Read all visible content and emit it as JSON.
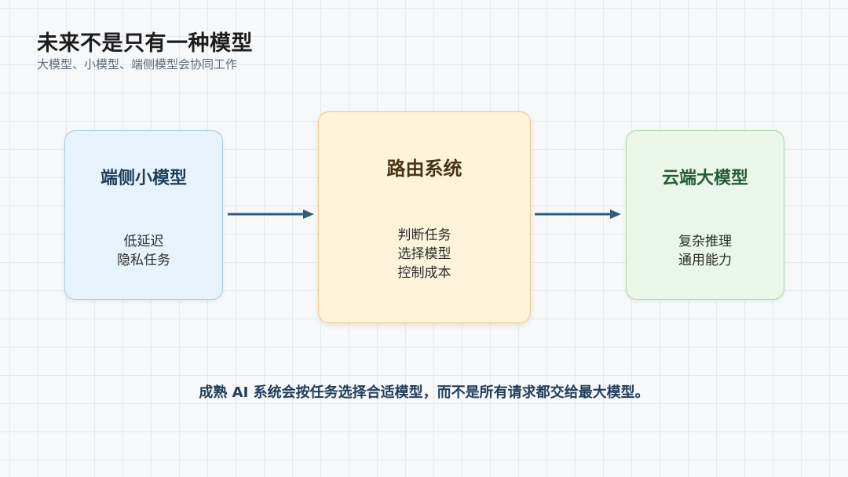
{
  "title": "未来不是只有一种模型",
  "subtitle": "大模型、小模型、端侧模型会协同工作",
  "boxes": {
    "left": {
      "title": "端侧小模型",
      "items": [
        "低延迟",
        "隐私任务"
      ]
    },
    "center": {
      "title": "路由系统",
      "items": [
        "判断任务",
        "选择模型",
        "控制成本"
      ]
    },
    "right": {
      "title": "云端大模型",
      "items": [
        "复杂推理",
        "通用能力"
      ]
    }
  },
  "footer": "成熟 AI 系统会按任务选择合适模型，而不是所有请求都交给最大模型。",
  "colors": {
    "arrow": "#34597a",
    "left_fill": "#e6f3fd",
    "center_fill": "#fdf4dc",
    "right_fill": "#eaf6e9"
  }
}
